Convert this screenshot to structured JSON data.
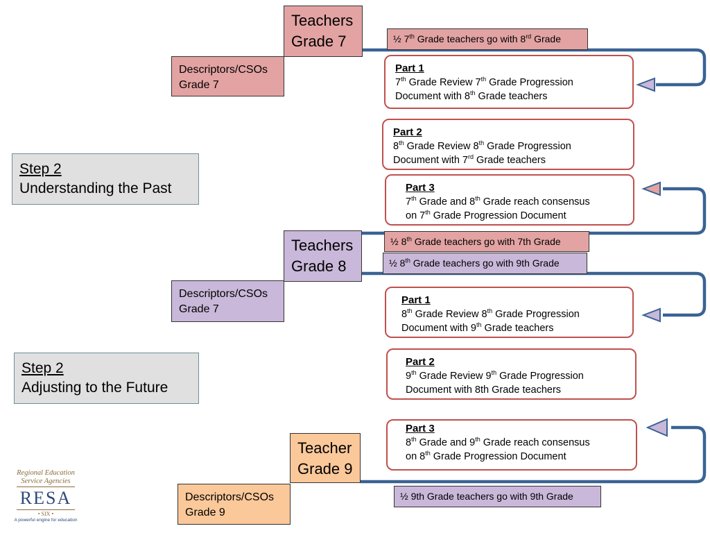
{
  "section1": {
    "teachers": {
      "line1": "Teachers",
      "line2": "Grade 7"
    },
    "descriptors": {
      "line1": "Descriptors/CSOs",
      "line2": "Grade 7"
    },
    "note_top": {
      "pre": "½ 7",
      "sup1": "th",
      "mid": " Grade teachers go with 8",
      "sup2": "rd",
      "post": " Grade"
    },
    "part1": {
      "title": "Part 1",
      "a": "7",
      "a_sup": "th",
      "b": " Grade Review 7",
      "b_sup": "th",
      "c": " Grade Progression",
      "d": "Document with 8",
      "d_sup": "th",
      "e": " Grade teachers"
    },
    "part2": {
      "title": "Part 2",
      "a": "8",
      "a_sup": "th",
      "b": " Grade Review 8",
      "b_sup": "th",
      "c": " Grade Progression",
      "d": "Document with 7",
      "d_sup": "rd",
      "e": " Grade teachers"
    },
    "part3": {
      "title": "Part 3",
      "a": "7",
      "a_sup": "th",
      "b": " Grade and 8",
      "b_sup": "th",
      "c": " Grade reach consensus",
      "d": "on 7",
      "d_sup": "th",
      "e": " Grade Progression Document"
    }
  },
  "step_past": {
    "heading": "Step 2",
    "subtitle": "Understanding the Past"
  },
  "section2": {
    "teachers": {
      "line1": "Teachers",
      "line2": "Grade 8"
    },
    "descriptors": {
      "line1": "Descriptors/CSOs",
      "line2": "Grade 7"
    },
    "note_a": {
      "pre": "½ 8",
      "sup1": "th",
      "post": " Grade teachers go with 7th Grade"
    },
    "note_b": {
      "pre": "½ 8",
      "sup1": "th",
      "post": " Grade teachers go with 9th Grade"
    },
    "part1": {
      "title": "Part 1",
      "a": "8",
      "a_sup": "th",
      "b": " Grade Review 8",
      "b_sup": "th",
      "c": "  Grade Progression",
      "d": "Document with 9",
      "d_sup": "th",
      "e": " Grade teachers"
    },
    "part2": {
      "title": "Part 2",
      "a": "9",
      "a_sup": "th",
      "b": " Grade Review 9",
      "b_sup": "th",
      "c": " Grade Progression",
      "d": "Document with 8th Grade teachers"
    },
    "part3": {
      "title": "Part 3",
      "a": "8",
      "a_sup": "th",
      "b": " Grade and 9",
      "b_sup": "th",
      "c": " Grade reach consensus",
      "d": "on 8",
      "d_sup": "th",
      "e": " Grade Progression Document"
    }
  },
  "step_future": {
    "heading": "Step 2",
    "subtitle": "Adjusting to the Future"
  },
  "section3": {
    "teacher": {
      "line1": "Teacher",
      "line2": "Grade 9"
    },
    "descriptors": {
      "line1": "Descriptors/CSOs",
      "line2": "Grade 9"
    },
    "note": {
      "text": "½ 9th Grade teachers go with 9th Grade"
    }
  },
  "logo": {
    "line1": "Regional Education",
    "line2": "Service Agencies",
    "mark": "RESA",
    "sub": "• SIX •",
    "tagline": "A powerful engine for education"
  },
  "colors": {
    "grade7": "#e3a3a3",
    "grade8": "#c9b8d9",
    "grade9": "#fbc89a",
    "connector": "#3a6294",
    "part_border": "#c0504d"
  }
}
